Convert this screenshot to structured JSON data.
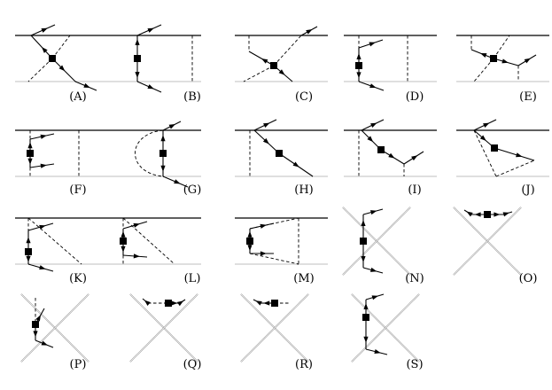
{
  "panels": [
    {
      "label": "(A)",
      "kind": "parallel"
    },
    {
      "label": "(B)",
      "kind": "parallel"
    },
    {
      "label": "(C)",
      "kind": "parallel"
    },
    {
      "label": "(D)",
      "kind": "parallel"
    },
    {
      "label": "(E)",
      "kind": "parallel"
    },
    {
      "label": "(F)",
      "kind": "parallel"
    },
    {
      "label": "(G)",
      "kind": "parallel"
    },
    {
      "label": "(H)",
      "kind": "parallel"
    },
    {
      "label": "(I)",
      "kind": "parallel"
    },
    {
      "label": "(J)",
      "kind": "parallel"
    },
    {
      "label": "(K)",
      "kind": "parallel"
    },
    {
      "label": "(L)",
      "kind": "parallel"
    },
    {
      "label": "(M)",
      "kind": "parallel"
    },
    {
      "label": "(N)",
      "kind": "crossed"
    },
    {
      "label": "(O)",
      "kind": "crossed"
    },
    {
      "label": "(P)",
      "kind": "crossed"
    },
    {
      "label": "(Q)",
      "kind": "crossed"
    },
    {
      "label": "(R)",
      "kind": "crossed"
    },
    {
      "label": "(S)",
      "kind": "crossed"
    }
  ]
}
